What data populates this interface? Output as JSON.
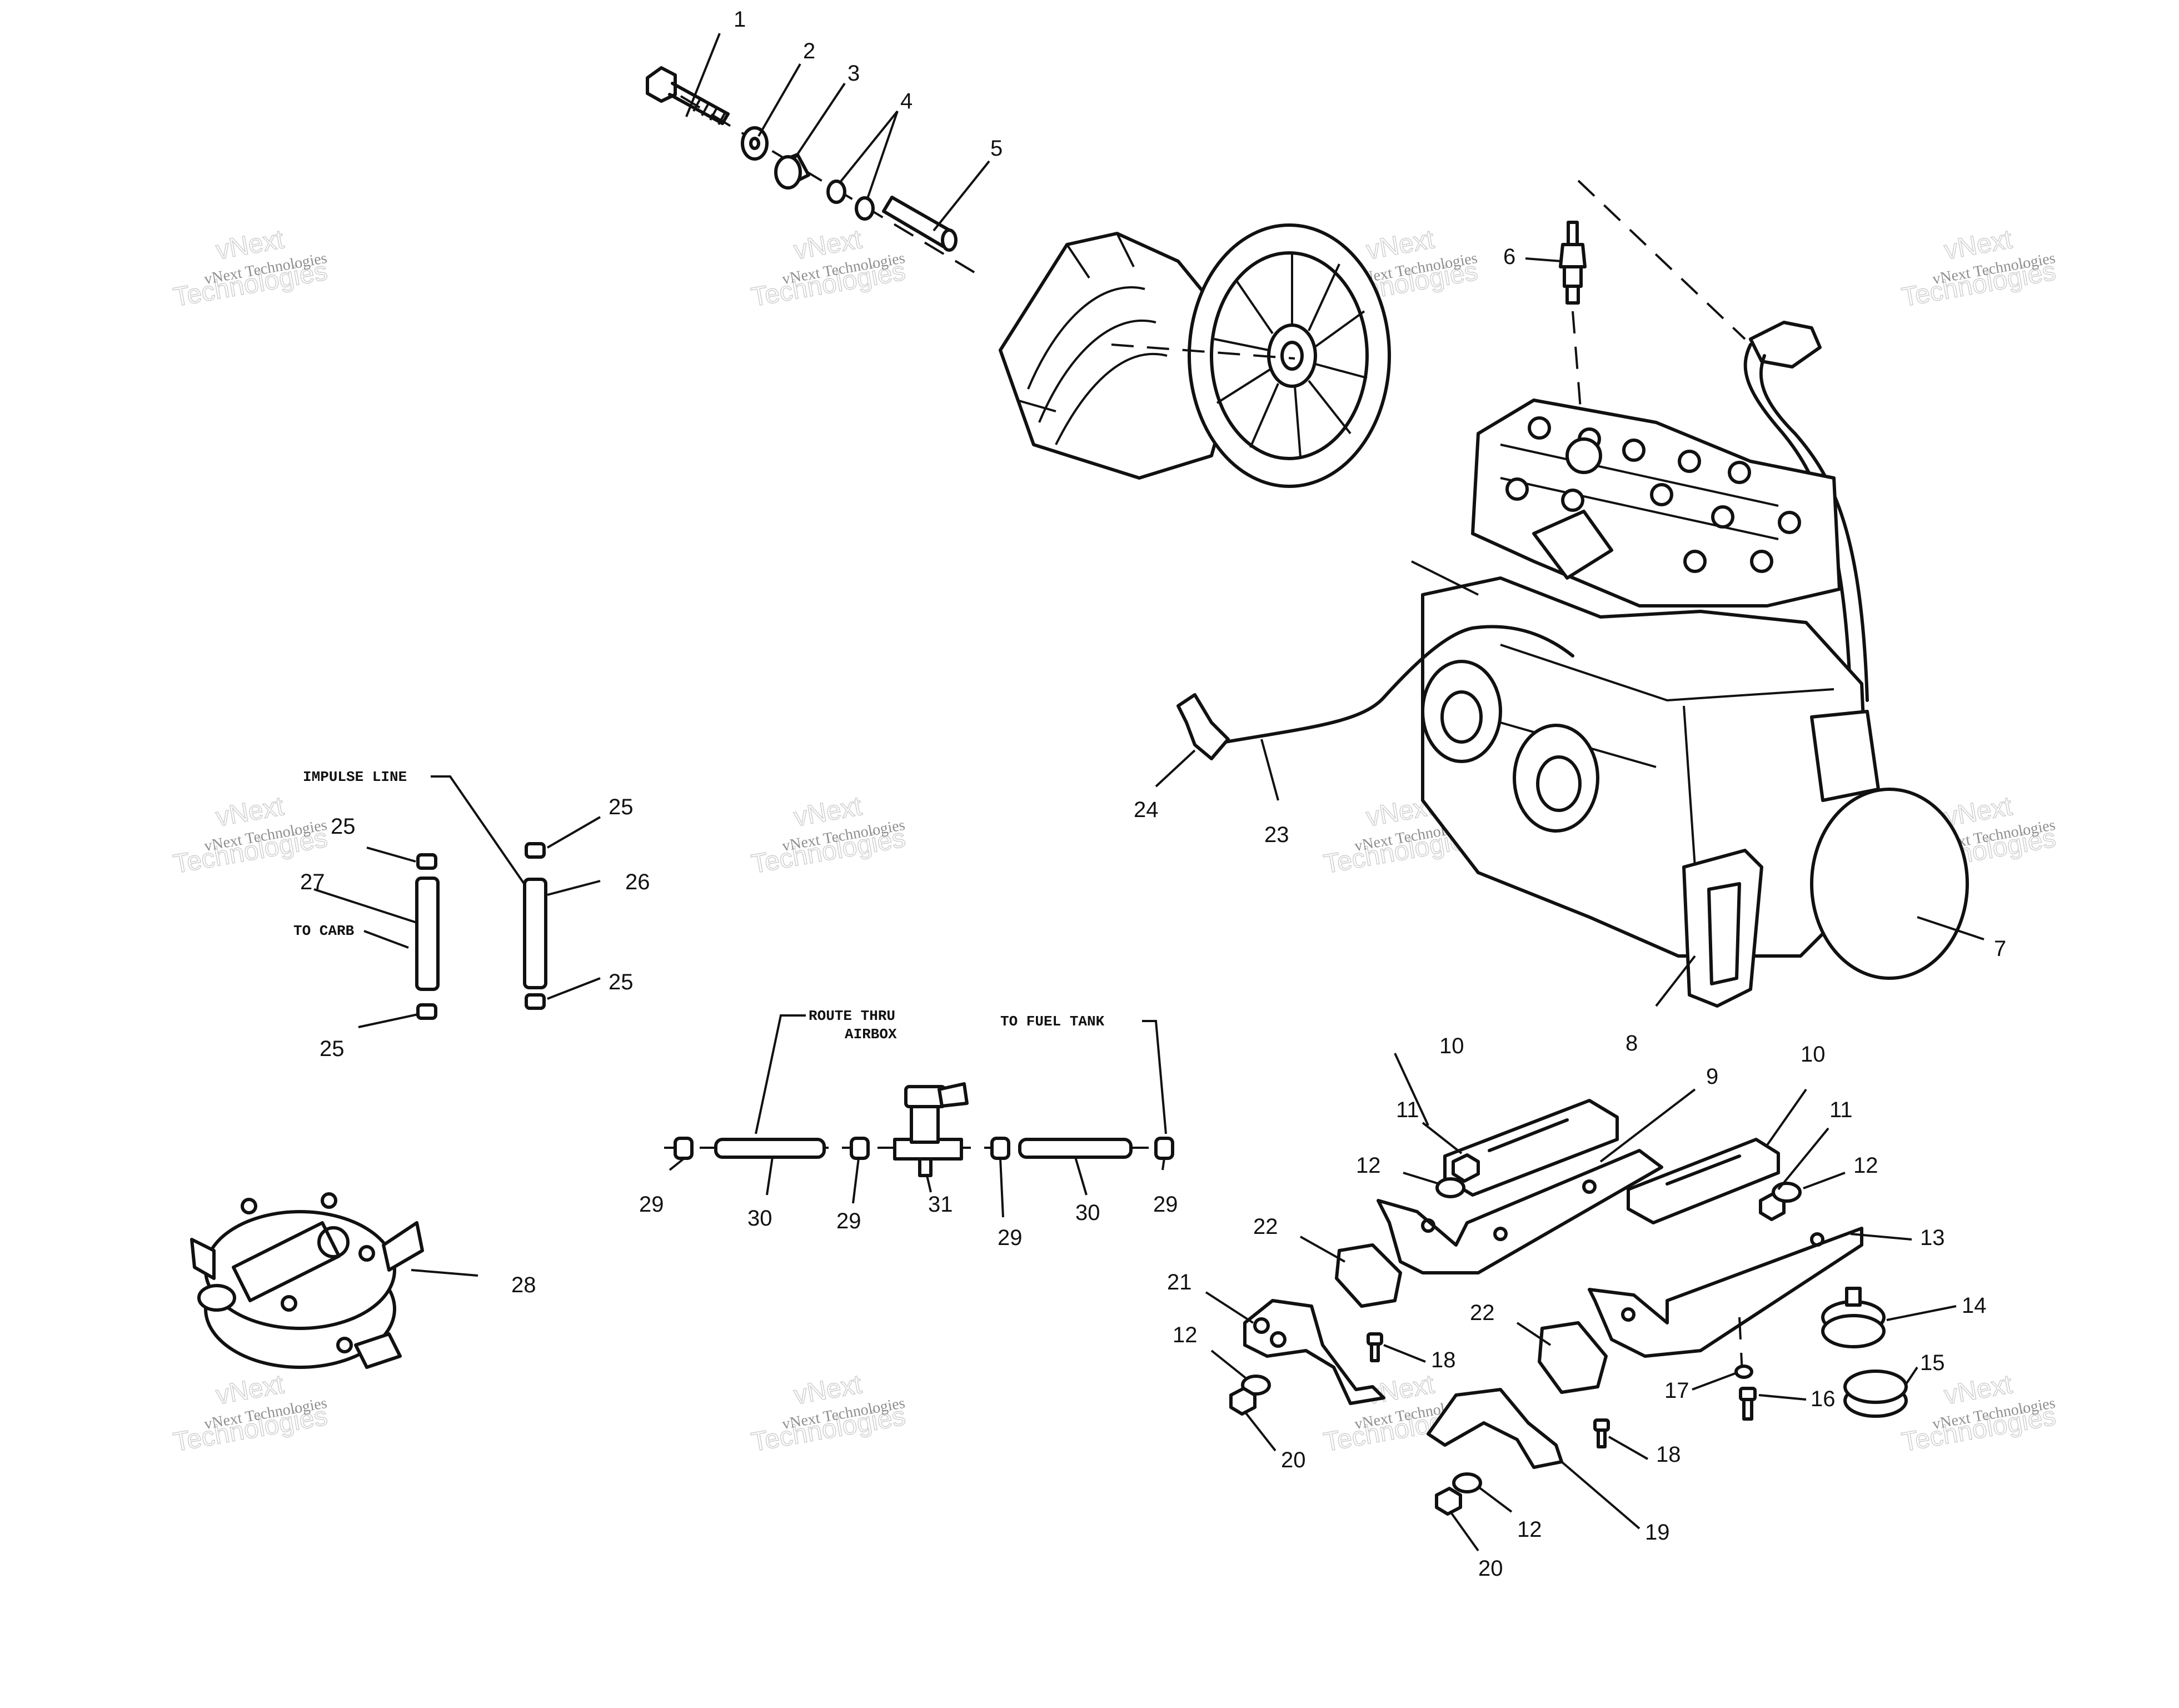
{
  "callouts": [
    "1",
    "2",
    "3",
    "4",
    "5",
    "6",
    "7",
    "8",
    "9",
    "10",
    "11",
    "12",
    "13",
    "14",
    "15",
    "16",
    "17",
    "18",
    "19",
    "20",
    "21",
    "22",
    "23",
    "24",
    "25",
    "26",
    "27",
    "28",
    "29",
    "30",
    "31"
  ],
  "notes": {
    "impulse_line": "IMPULSE LINE",
    "to_carb": "TO CARB",
    "route_thru": "ROUTE THRU",
    "airbox": "AIRBOX",
    "to_fuel_tank": "TO FUEL TANK"
  },
  "watermark": {
    "line1": "vNext Technologies",
    "big_a": "vNext",
    "big_b": "Technologies"
  }
}
